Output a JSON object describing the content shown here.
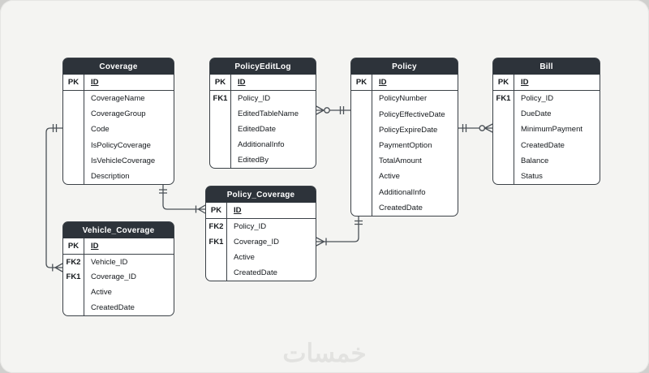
{
  "diagram": {
    "watermark_text": "خمسات",
    "colors": {
      "canvas_bg": "#f4f4f2",
      "frame_bg": "#d0d0ce",
      "entity_header_bg": "#2d333a",
      "entity_header_text": "#ffffff",
      "entity_border": "#3b4147",
      "connector_line": "#4b5157",
      "watermark": "#e2e2e0"
    },
    "tables": [
      {
        "title": "Coverage",
        "key_header": "PK",
        "id_field": "ID",
        "rows": [
          {
            "key": "",
            "field": "CoverageName"
          },
          {
            "key": "",
            "field": "CoverageGroup"
          },
          {
            "key": "",
            "field": "Code"
          },
          {
            "key": "",
            "field": "IsPolicyCoverage"
          },
          {
            "key": "",
            "field": "IsVehicleCoverage"
          },
          {
            "key": "",
            "field": "Description"
          }
        ]
      },
      {
        "title": "PolicyEditLog",
        "key_header": "PK",
        "id_field": "ID",
        "rows": [
          {
            "key": "FK1",
            "field": "Policy_ID"
          },
          {
            "key": "",
            "field": "EditedTableName"
          },
          {
            "key": "",
            "field": "EditedDate"
          },
          {
            "key": "",
            "field": "AdditionalInfo"
          },
          {
            "key": "",
            "field": "EditedBy"
          }
        ]
      },
      {
        "title": "Policy",
        "key_header": "PK",
        "id_field": "ID",
        "rows": [
          {
            "key": "",
            "field": "PolicyNumber"
          },
          {
            "key": "",
            "field": "PolicyEffectiveDate"
          },
          {
            "key": "",
            "field": "PolicyExpireDate"
          },
          {
            "key": "",
            "field": "PaymentOption"
          },
          {
            "key": "",
            "field": "TotalAmount"
          },
          {
            "key": "",
            "field": "Active"
          },
          {
            "key": "",
            "field": "AdditionalInfo"
          },
          {
            "key": "",
            "field": "CreatedDate"
          }
        ]
      },
      {
        "title": "Bill",
        "key_header": "PK",
        "id_field": "ID",
        "rows": [
          {
            "key": "FK1",
            "field": "Policy_ID"
          },
          {
            "key": "",
            "field": "DueDate"
          },
          {
            "key": "",
            "field": "MinimumPayment"
          },
          {
            "key": "",
            "field": "CreatedDate"
          },
          {
            "key": "",
            "field": "Balance"
          },
          {
            "key": "",
            "field": "Status"
          }
        ]
      },
      {
        "title": "Policy_Coverage",
        "key_header": "PK",
        "id_field": "ID",
        "rows": [
          {
            "key": "FK2",
            "field": "Policy_ID"
          },
          {
            "key": "FK1",
            "field": "Coverage_ID"
          },
          {
            "key": "",
            "field": "Active"
          },
          {
            "key": "",
            "field": "CreatedDate"
          }
        ]
      },
      {
        "title": "Vehicle_Coverage",
        "key_header": "PK",
        "id_field": "ID",
        "rows": [
          {
            "key": "FK2",
            "field": "Vehicle_ID"
          },
          {
            "key": "FK1",
            "field": "Coverage_ID"
          },
          {
            "key": "",
            "field": "Active"
          },
          {
            "key": "",
            "field": "CreatedDate"
          }
        ]
      }
    ],
    "relationships": [
      {
        "from": "Policy",
        "from_end": "one-and-only-one",
        "to": "PolicyEditLog",
        "to_end": "zero-or-many"
      },
      {
        "from": "Policy",
        "from_end": "one-and-only-one",
        "to": "Bill",
        "to_end": "zero-or-many"
      },
      {
        "from": "Coverage",
        "from_end": "one-and-only-one",
        "to": "Vehicle_Coverage",
        "to_end": "one-or-many"
      },
      {
        "from": "Coverage",
        "from_end": "one-and-only-one",
        "to": "Policy_Coverage",
        "to_end": "one-or-many"
      },
      {
        "from": "Policy",
        "from_end": "one-and-only-one",
        "to": "Policy_Coverage",
        "to_end": "one-or-many"
      }
    ]
  }
}
